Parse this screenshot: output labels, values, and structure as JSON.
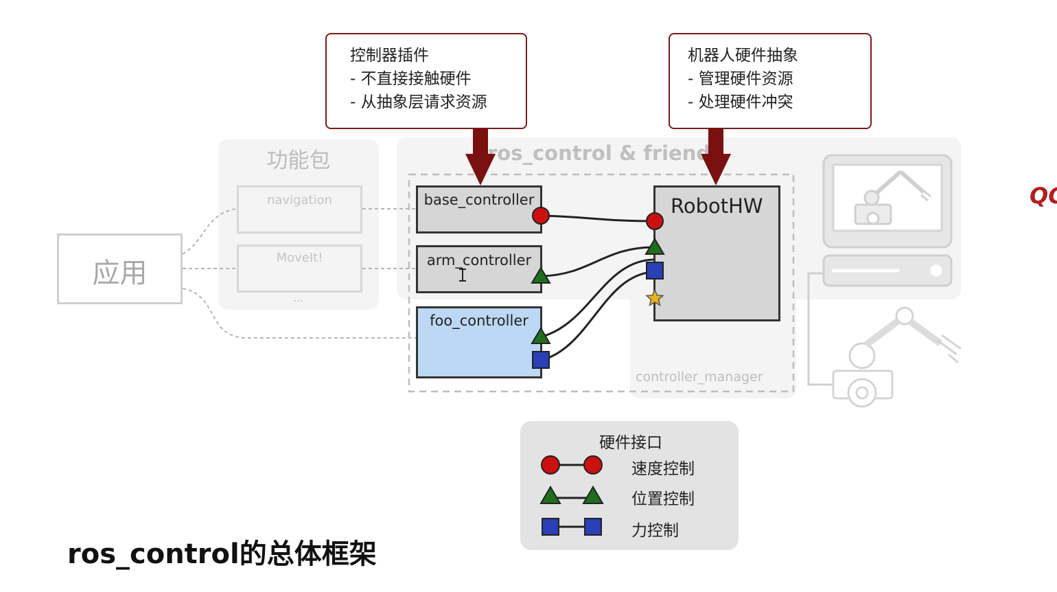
{
  "app_box": {
    "label": "应用"
  },
  "packages": {
    "title": "功能包",
    "items": [
      "navigation",
      "MoveIt!"
    ],
    "more": "..."
  },
  "ros_control_group": {
    "title": "ros_control & friends",
    "manager_label": "controller_manager"
  },
  "controllers": [
    {
      "name": "base_controller",
      "fill": "#d6d6d6"
    },
    {
      "name": "arm_controller",
      "fill": "#d6d6d6"
    },
    {
      "name": "foo_controller",
      "fill": "#bcd8f4"
    }
  ],
  "robot_hw": {
    "label": "RobotHW"
  },
  "callouts": {
    "controller_plugin": {
      "title": "控制器插件",
      "lines": [
        "- 不直接接触硬件",
        "- 从抽象层请求资源"
      ]
    },
    "robot_hw_abstraction": {
      "title": "机器人硬件抽象",
      "lines": [
        "- 管理硬件资源",
        "- 处理硬件冲突"
      ]
    }
  },
  "legend": {
    "title": "硬件接口",
    "items": [
      {
        "label": "速度控制",
        "shape": "circle",
        "color": "#cc1010"
      },
      {
        "label": "位置控制",
        "shape": "triangle",
        "color": "#1e6e1e"
      },
      {
        "label": "力控制",
        "shape": "square",
        "color": "#2b3fb6"
      }
    ]
  },
  "slide_title": "ros_control的总体框架",
  "edge_text": "QC",
  "colors": {
    "callout_border": "#7a1a1a",
    "arrow": "#7a1010",
    "velocity": "#cc1010",
    "position": "#1e6e1e",
    "effort": "#2b3fb6",
    "joint_star": "#e8b318",
    "edge_text": "#b02020"
  }
}
